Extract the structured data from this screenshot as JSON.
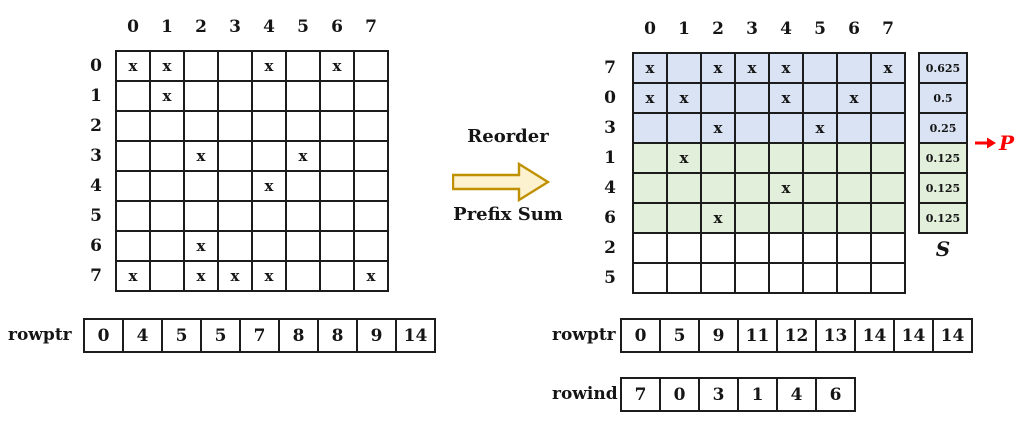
{
  "colors": {
    "row_blue": "#dae3f3",
    "row_green": "#e2efda",
    "arrow_fill": "#fcf2cf",
    "arrow_border": "#bf9000",
    "p_red": "#ff0000",
    "line_dark": "#1c1c1c"
  },
  "left_matrix": {
    "col_headers": [
      "0",
      "1",
      "2",
      "3",
      "4",
      "5",
      "6",
      "7"
    ],
    "rows": [
      {
        "label": "0",
        "color": "white",
        "cells": [
          "x",
          "x",
          "",
          "",
          "x",
          "",
          "x",
          ""
        ]
      },
      {
        "label": "1",
        "color": "white",
        "cells": [
          "",
          "x",
          "",
          "",
          "",
          "",
          "",
          ""
        ]
      },
      {
        "label": "2",
        "color": "white",
        "cells": [
          "",
          "",
          "",
          "",
          "",
          "",
          "",
          ""
        ]
      },
      {
        "label": "3",
        "color": "white",
        "cells": [
          "",
          "",
          "x",
          "",
          "",
          "x",
          "",
          ""
        ]
      },
      {
        "label": "4",
        "color": "white",
        "cells": [
          "",
          "",
          "",
          "",
          "x",
          "",
          "",
          ""
        ]
      },
      {
        "label": "5",
        "color": "white",
        "cells": [
          "",
          "",
          "",
          "",
          "",
          "",
          "",
          ""
        ]
      },
      {
        "label": "6",
        "color": "white",
        "cells": [
          "",
          "",
          "x",
          "",
          "",
          "",
          "",
          ""
        ]
      },
      {
        "label": "7",
        "color": "white",
        "cells": [
          "x",
          "",
          "x",
          "x",
          "x",
          "",
          "",
          "x"
        ]
      }
    ]
  },
  "left_rowptr": {
    "label": "rowptr",
    "values": [
      "0",
      "4",
      "5",
      "5",
      "7",
      "8",
      "8",
      "9",
      "14"
    ]
  },
  "middle": {
    "reorder": "Reorder",
    "prefix_sum": "Prefix Sum"
  },
  "right_matrix": {
    "col_headers": [
      "0",
      "1",
      "2",
      "3",
      "4",
      "5",
      "6",
      "7"
    ],
    "rows": [
      {
        "label": "7",
        "color": "blue",
        "cells": [
          "x",
          "",
          "x",
          "x",
          "x",
          "",
          "",
          "x"
        ]
      },
      {
        "label": "0",
        "color": "blue",
        "cells": [
          "x",
          "x",
          "",
          "",
          "x",
          "",
          "x",
          ""
        ]
      },
      {
        "label": "3",
        "color": "blue",
        "cells": [
          "",
          "",
          "x",
          "",
          "",
          "x",
          "",
          ""
        ]
      },
      {
        "label": "1",
        "color": "green",
        "cells": [
          "",
          "x",
          "",
          "",
          "",
          "",
          "",
          ""
        ]
      },
      {
        "label": "4",
        "color": "green",
        "cells": [
          "",
          "",
          "",
          "",
          "x",
          "",
          "",
          ""
        ]
      },
      {
        "label": "6",
        "color": "green",
        "cells": [
          "",
          "",
          "x",
          "",
          "",
          "",
          "",
          ""
        ]
      },
      {
        "label": "2",
        "color": "white",
        "cells": [
          "",
          "",
          "",
          "",
          "",
          "",
          "",
          ""
        ]
      },
      {
        "label": "5",
        "color": "white",
        "cells": [
          "",
          "",
          "",
          "",
          "",
          "",
          "",
          ""
        ]
      }
    ]
  },
  "s_column": {
    "label": "S",
    "cells": [
      {
        "value": "0.625",
        "color": "blue"
      },
      {
        "value": "0.5",
        "color": "blue"
      },
      {
        "value": "0.25",
        "color": "blue"
      },
      {
        "value": "0.125",
        "color": "green"
      },
      {
        "value": "0.125",
        "color": "green"
      },
      {
        "value": "0.125",
        "color": "green"
      }
    ]
  },
  "p_pointer": {
    "label": "P"
  },
  "right_rowptr": {
    "label": "rowptr",
    "values": [
      "0",
      "5",
      "9",
      "11",
      "12",
      "13",
      "14",
      "14",
      "14"
    ]
  },
  "rowind": {
    "label": "rowind",
    "values": [
      "7",
      "0",
      "3",
      "1",
      "4",
      "6"
    ]
  }
}
